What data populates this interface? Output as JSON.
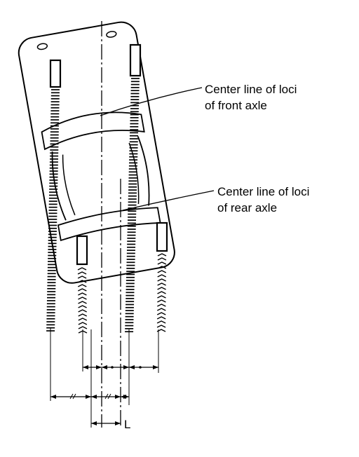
{
  "labels": {
    "front_line1": "Center line of loci",
    "front_line2": "of front axle",
    "rear_line1": "Center line of loci",
    "rear_line2": "of rear axle",
    "offset": "L"
  },
  "colors": {
    "ink": "#000000",
    "paper": "#ffffff"
  }
}
